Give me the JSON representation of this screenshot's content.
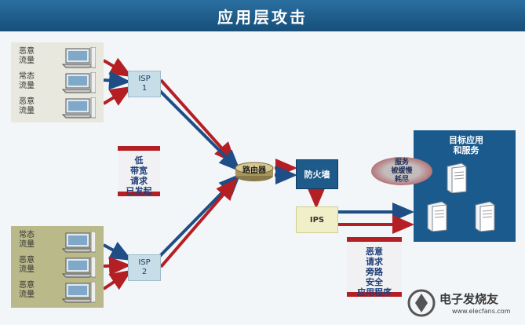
{
  "title": "应用层攻击",
  "sources_top": [
    {
      "label": "恶意\n流量"
    },
    {
      "label": "常态\n流量"
    },
    {
      "label": "恶意\n流量"
    }
  ],
  "sources_bottom": [
    {
      "label": "常态\n流量"
    },
    {
      "label": "恶意\n流量"
    },
    {
      "label": "恶意\n流量"
    }
  ],
  "isp_top": "ISP\n1",
  "isp_bottom": "ISP\n2",
  "note_left": "低\n带宽\n请求\n已发起",
  "router": "路由器",
  "firewall": "防火墙",
  "ips": "IPS",
  "note_bottom": "恶意\n请求\n旁路\n安全\n应用程序",
  "target_title": "目标应用\n和服务",
  "overload": "服务\n被缓慢\n耗尽",
  "watermark": {
    "text": "电子发烧友",
    "url": "www.elecfans.com"
  },
  "colors": {
    "malicious": "#b41f24",
    "normal": "#1f4e86",
    "title_bg": "#1f5e8d"
  },
  "icons": [
    "laptop-icon",
    "router-icon",
    "server-icon",
    "logo-icon"
  ]
}
